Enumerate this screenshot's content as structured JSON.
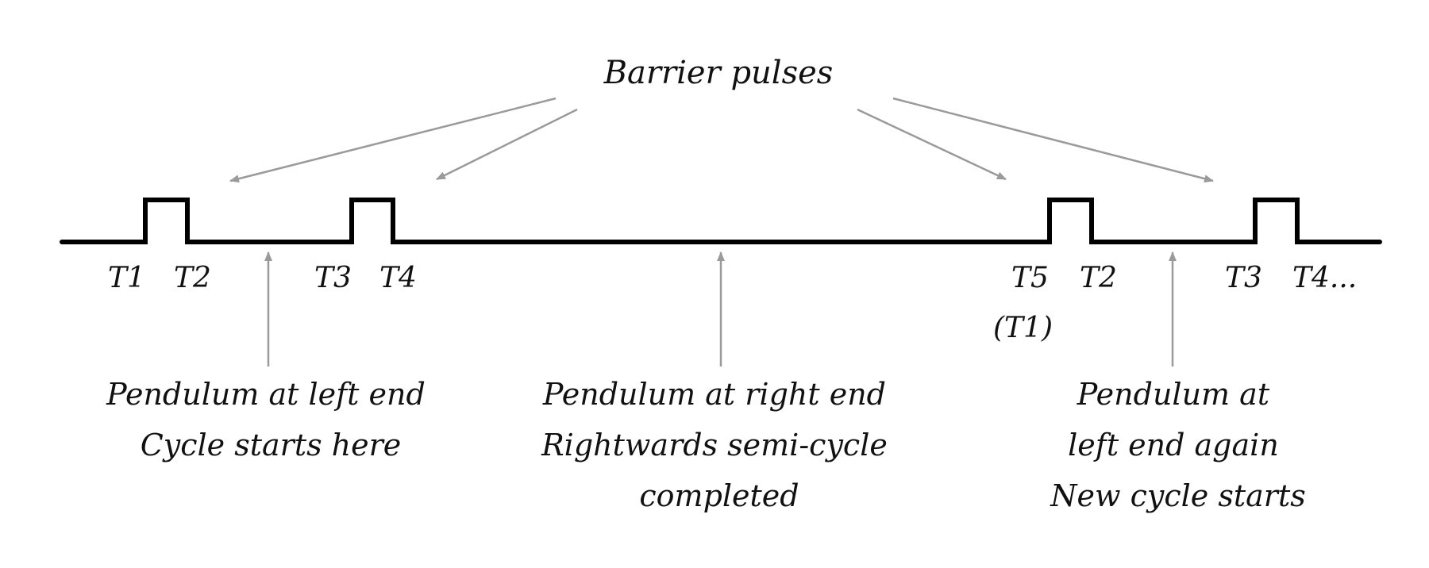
{
  "diagram": {
    "title": "Barrier pulses",
    "ticks": {
      "t1": "T1",
      "t2": "T2",
      "t3": "T3",
      "t4": "T4",
      "t5": "T5",
      "t5_alt": "(T1)",
      "t2_second": "T2",
      "t3_second": "T3",
      "t4_second": "T4..."
    },
    "annotations": {
      "left": [
        "Pendulum at left end",
        "Cycle starts here"
      ],
      "middle": [
        "Pendulum at right end",
        "Rightwards semi-cycle",
        "completed"
      ],
      "right": [
        "Pendulum at",
        "left end again",
        "New cycle starts"
      ]
    },
    "colors": {
      "signal": "#000000",
      "arrows": "#9a9a9a",
      "text": "#111111"
    }
  }
}
